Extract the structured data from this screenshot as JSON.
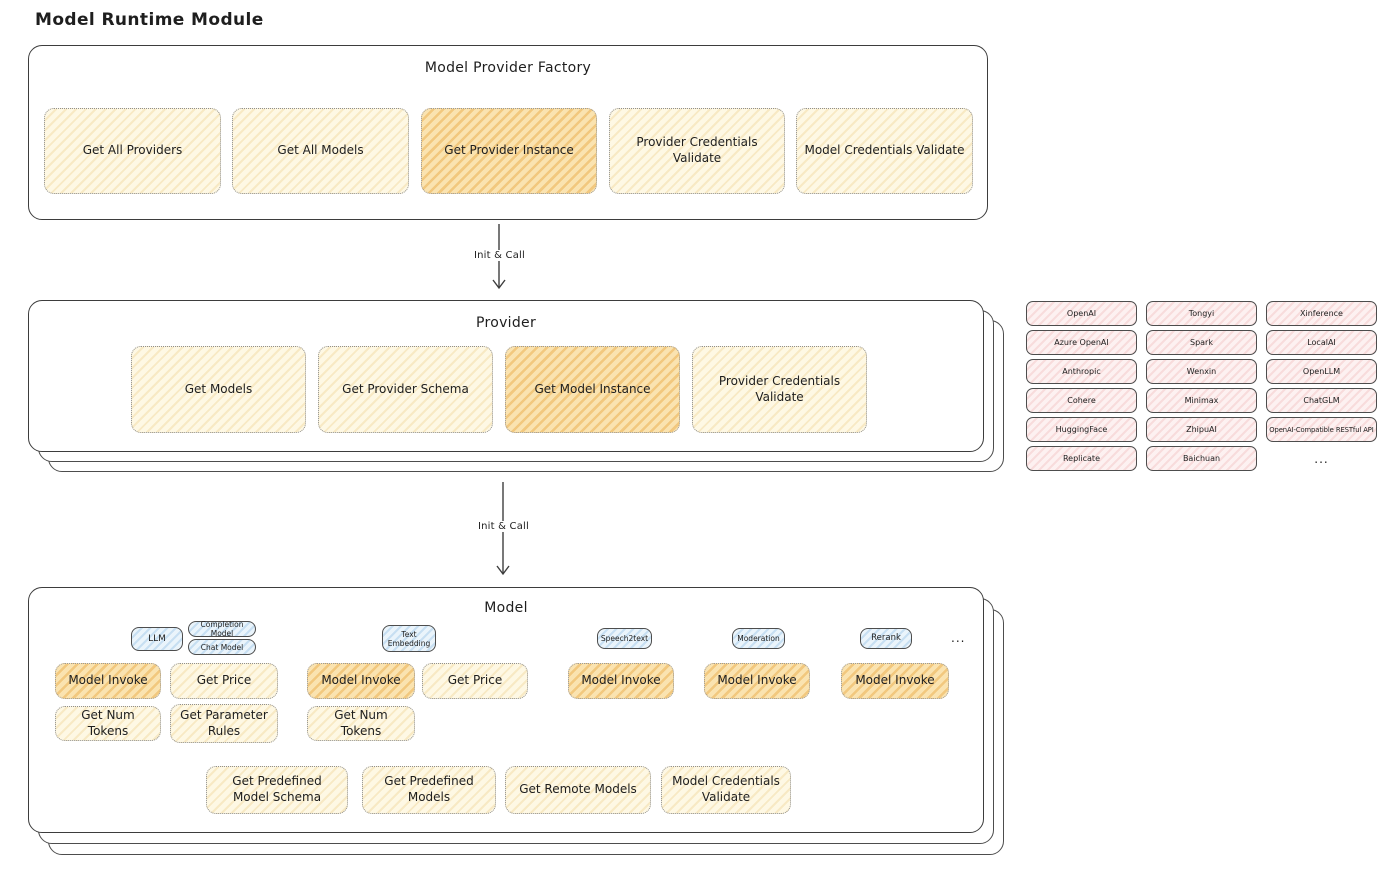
{
  "page": {
    "title": "Model Runtime Module"
  },
  "factory": {
    "title": "Model Provider Factory",
    "items": [
      {
        "label": "Get All Providers",
        "highlighted": false
      },
      {
        "label": "Get All Models",
        "highlighted": false
      },
      {
        "label": "Get Provider Instance",
        "highlighted": true
      },
      {
        "label": "Provider Credentials Validate",
        "highlighted": false
      },
      {
        "label": "Model Credentials Validate",
        "highlighted": false
      }
    ]
  },
  "arrows": [
    {
      "label": "Init & Call"
    },
    {
      "label": "Init & Call"
    }
  ],
  "provider": {
    "title": "Provider",
    "items": [
      {
        "label": "Get Models",
        "highlighted": false
      },
      {
        "label": "Get Provider Schema",
        "highlighted": false
      },
      {
        "label": "Get Model Instance",
        "highlighted": true
      },
      {
        "label": "Provider Credentials Validate",
        "highlighted": false
      }
    ]
  },
  "provider_catalog": {
    "items": [
      "OpenAI",
      "Tongyi",
      "Xinference",
      "Azure OpenAI",
      "Spark",
      "LocalAI",
      "Anthropic",
      "Wenxin",
      "OpenLLM",
      "Cohere",
      "Minimax",
      "ChatGLM",
      "HuggingFace",
      "ZhipuAI",
      "OpenAI-Compatible RESTful API",
      "Replicate",
      "Baichuan"
    ],
    "more": "..."
  },
  "model": {
    "title": "Model",
    "types": [
      {
        "label": "LLM"
      },
      {
        "label": "Completion Model"
      },
      {
        "label": "Chat Model"
      },
      {
        "label": "Text Embedding"
      },
      {
        "label": "Speech2text"
      },
      {
        "label": "Moderation"
      },
      {
        "label": "Rerank"
      }
    ],
    "types_more": "...",
    "operations": {
      "llm": [
        "Model Invoke",
        "Get Price",
        "Get Num Tokens",
        "Get Parameter Rules"
      ],
      "text_embedding": [
        "Model Invoke",
        "Get Price",
        "Get Num Tokens"
      ],
      "speech2text": [
        "Model Invoke"
      ],
      "moderation": [
        "Model Invoke"
      ],
      "rerank": [
        "Model Invoke"
      ]
    },
    "common_operations": [
      "Get Predefined Model Schema",
      "Get Predefined Models",
      "Get Remote Models",
      "Model Credentials Validate"
    ]
  },
  "colors": {
    "node_yellow": "#FEF8E4",
    "node_orange": "#FAE3B0",
    "node_pink": "#FDF1F1",
    "node_blue": "#EAF4FB",
    "stroke": "#3D3D3D"
  }
}
